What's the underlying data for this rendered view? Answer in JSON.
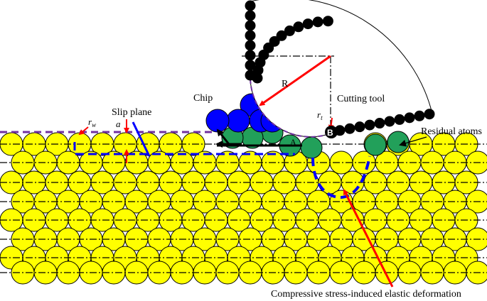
{
  "labels": {
    "chip": "Chip",
    "slip_plane": "Slip plane",
    "cutting_tool": "Cutting tool",
    "residual_atoms": "Residual atoms",
    "elastic_deformation": "Compressive stress-induced elastic deformation",
    "R": "R",
    "r_t_main": "r",
    "r_t_sub": "t",
    "r_w_main": "r",
    "r_w_sub": "w",
    "a": "a",
    "point_A": "A",
    "point_B": "B"
  },
  "colors": {
    "workpiece_atom": "#ffff00",
    "chip_atom": "#0000ff",
    "residual_atom": "#22a05a",
    "tool_atom": "#000000",
    "annotation_red": "#ff0000",
    "boundary_blue": "#0000ff",
    "surface_purple": "#7030a0"
  }
}
